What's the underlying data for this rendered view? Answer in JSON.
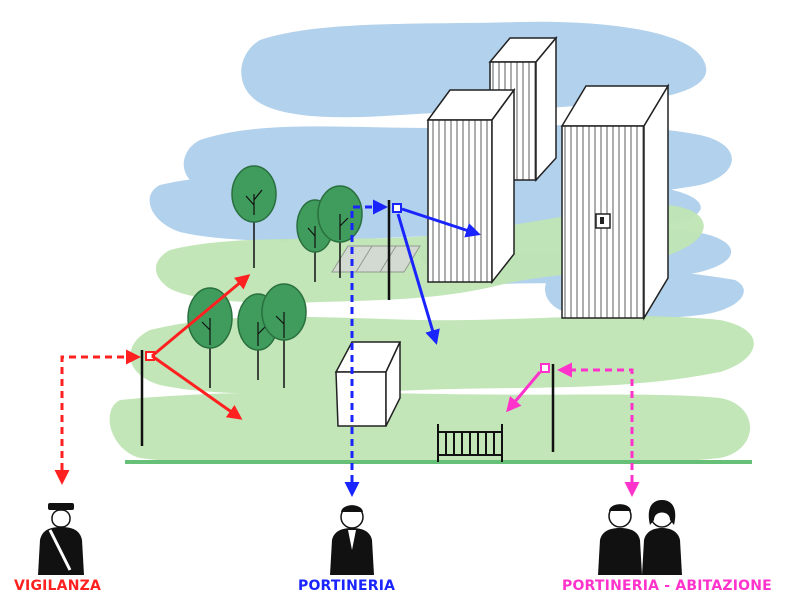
{
  "colors": {
    "sky": "#a9cdeb",
    "grass": "#bfe5b4",
    "tree": "#3f9c5c",
    "ground_line": "#66c077",
    "vigilanza": "#ff2020",
    "portineria": "#1a24ff",
    "abitazione": "#ff33cc"
  },
  "icons": {
    "guard": "security-guard-icon",
    "concierge": "concierge-icon",
    "resident_couple": "resident-couple-icon",
    "camera": "camera-pole-icon"
  },
  "labels": {
    "vigilanza": "VIGILANZA",
    "portineria": "PORTINERIA",
    "portineria_abitazione": "PORTINERIA - ABITAZIONE"
  }
}
